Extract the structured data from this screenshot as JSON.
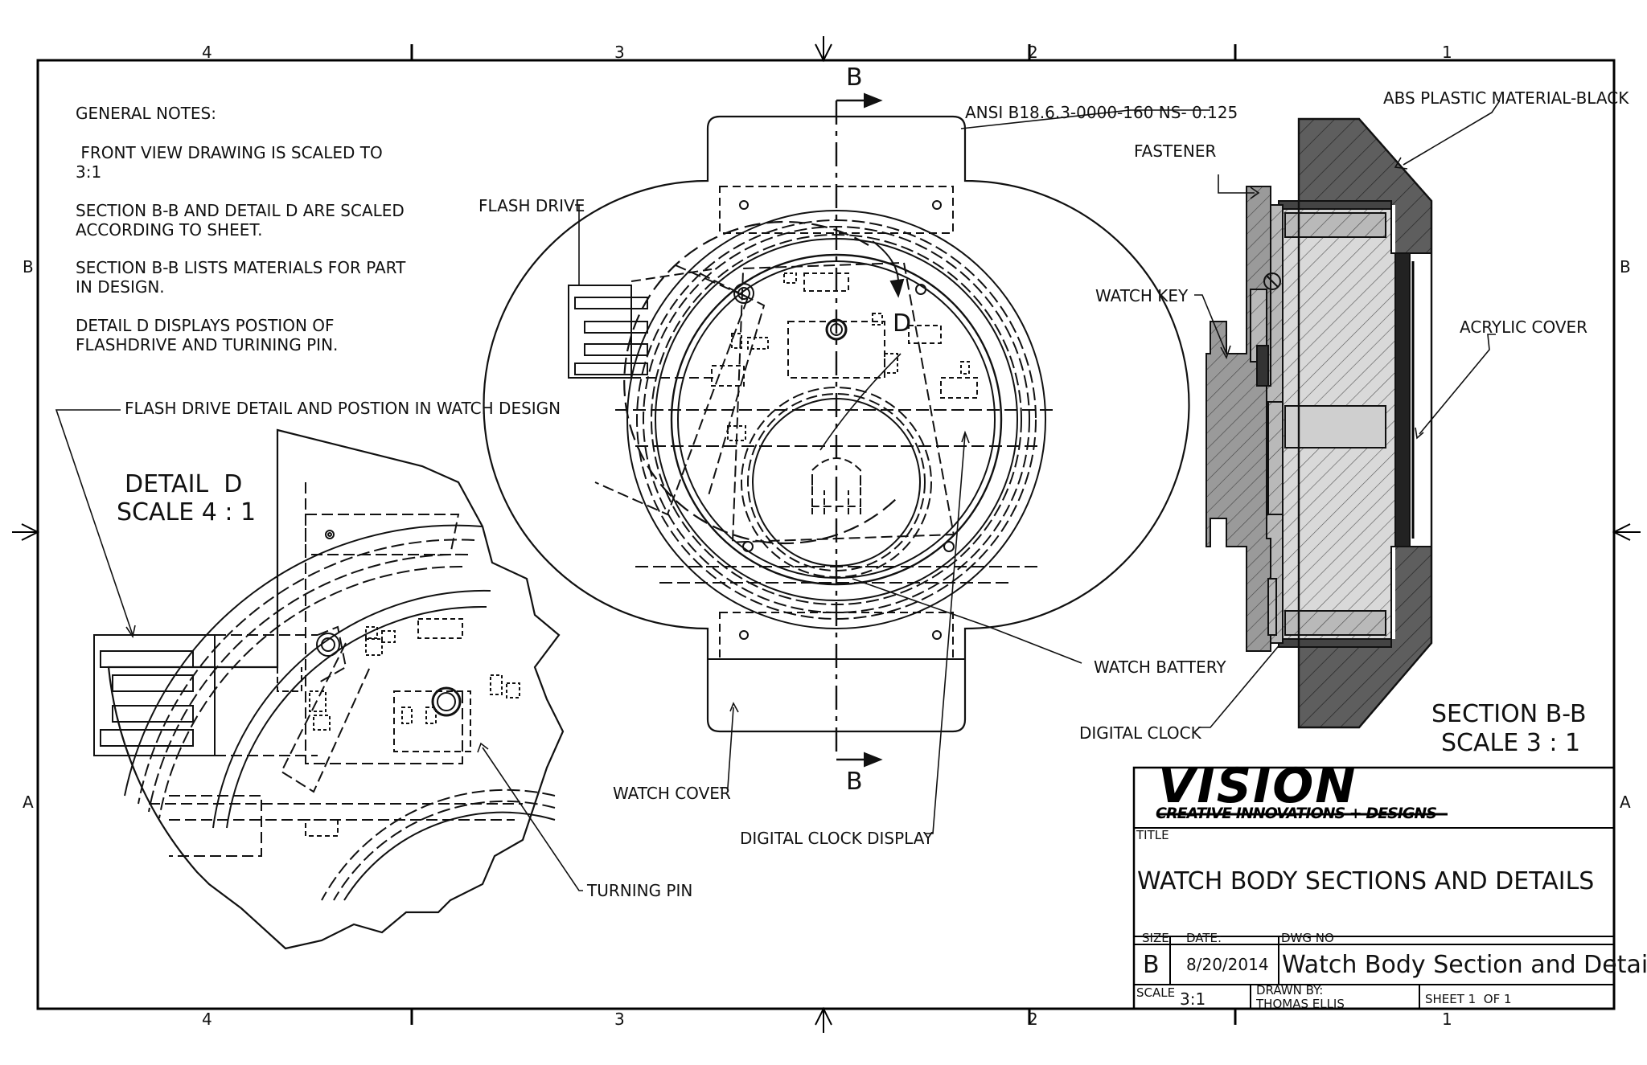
{
  "zones": {
    "top": [
      "4",
      "3",
      "2",
      "1"
    ],
    "bottom": [
      "4",
      "3",
      "2",
      "1"
    ],
    "left": [
      "B",
      "A"
    ],
    "right": [
      "B",
      "A"
    ]
  },
  "notes": {
    "heading": "GENERAL NOTES:",
    "n1a": " FRONT VIEW DRAWING IS SCALED TO",
    "n1b": "3:1",
    "n2a": "SECTION B-B AND DETAIL D ARE SCALED",
    "n2b": "ACCORDING TO SHEET.",
    "n3a": "SECTION B-B LISTS MATERIALS FOR PART",
    "n3b": "IN DESIGN.",
    "n4a": "DETAIL D DISPLAYS POSTION OF",
    "n4b": "FLASHDRIVE AND TURINING PIN."
  },
  "detail": {
    "title": "DETAIL  D",
    "scale": "SCALE 4 : 1",
    "callout_flash_detail": "FLASH DRIVE DETAIL AND POSTION IN WATCH DESIGN",
    "callout_turning_pin": "TURNING PIN"
  },
  "front": {
    "section_label_top": "B",
    "section_label_bottom": "B",
    "detail_letter": "D",
    "callout_flash_drive": "FLASH DRIVE",
    "callout_watch_cover": "WATCH COVER",
    "callout_clock_display": "DIGITAL CLOCK DISPLAY",
    "callout_battery": "WATCH BATTERY",
    "callout_digital_clock": "DIGITAL CLOCK"
  },
  "section": {
    "callout_ansi": "ANSI B18.6.3-0000-160 NS- 0.125",
    "callout_fastener": "FASTENER",
    "callout_abs": "ABS PLASTIC MATERIAL-BLACK",
    "callout_watch_key": "WATCH KEY",
    "callout_acrylic": "ACRYLIC COVER",
    "title": "SECTION B-B",
    "scale": "SCALE 3 : 1"
  },
  "titleblock": {
    "logo_main": "VISION",
    "logo_sub": "CREATIVE INNOVATIONS + DESIGNS",
    "title_label": "TITLE",
    "title_value": "WATCH BODY SECTIONS AND DETAILS",
    "size_label": "SIZE",
    "size_value": "B",
    "date_label": "DATE:",
    "date_value": "8/20/2014",
    "dwg_label": "DWG NO",
    "dwg_value": "Watch Body Section and Detail",
    "scale_label": "SCALE",
    "scale_value": "3:1",
    "drawn_label": "DRAWN BY:",
    "drawn_value": "THOMAS ELLIS",
    "sheet_value": "SHEET 1  OF 1"
  }
}
